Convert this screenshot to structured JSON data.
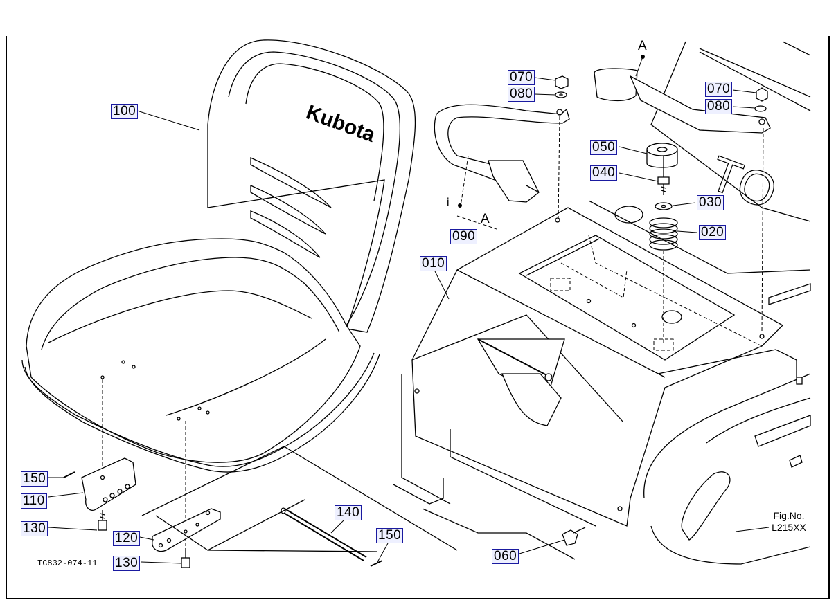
{
  "figure": {
    "code": "TC832-074-11",
    "fig_no_label": "Fig.No.",
    "fig_no_value": "L215XX",
    "logo_text": "Kubota"
  },
  "callouts": [
    {
      "id": "100",
      "label": "100"
    },
    {
      "id": "070a",
      "label": "070"
    },
    {
      "id": "080a",
      "label": "080"
    },
    {
      "id": "090",
      "label": "090"
    },
    {
      "id": "070b",
      "label": "070"
    },
    {
      "id": "080b",
      "label": "080"
    },
    {
      "id": "050",
      "label": "050"
    },
    {
      "id": "040",
      "label": "040"
    },
    {
      "id": "030",
      "label": "030"
    },
    {
      "id": "020",
      "label": "020"
    },
    {
      "id": "010",
      "label": "010"
    },
    {
      "id": "150a",
      "label": "150"
    },
    {
      "id": "110",
      "label": "110"
    },
    {
      "id": "130a",
      "label": "130"
    },
    {
      "id": "120",
      "label": "120"
    },
    {
      "id": "130b",
      "label": "130"
    },
    {
      "id": "140",
      "label": "140"
    },
    {
      "id": "150b",
      "label": "150"
    },
    {
      "id": "060",
      "label": "060"
    }
  ],
  "markers": {
    "a_top": "A",
    "a_left": "A",
    "i_left": "i"
  }
}
